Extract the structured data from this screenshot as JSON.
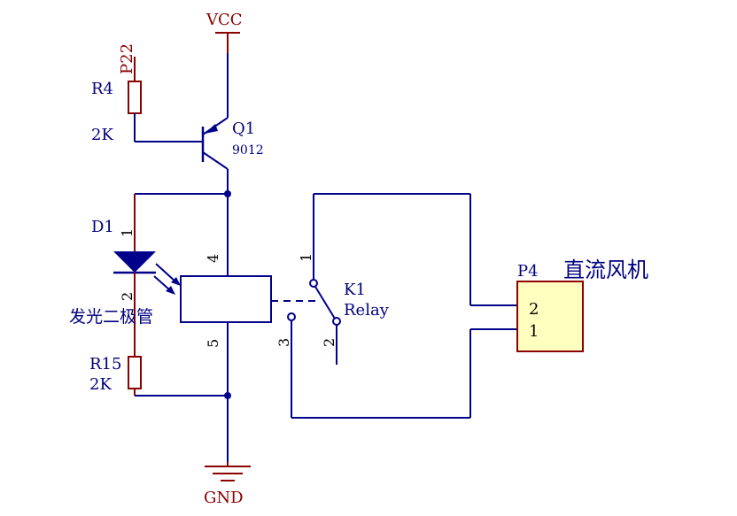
{
  "colors": {
    "wire": "#00008B",
    "power": "#8B0000",
    "label": "#000080",
    "pin": "#000000",
    "connector_fill": "#FFFFC0",
    "connector_stroke": "#8B0000",
    "cn_text": "#000080"
  },
  "labels": {
    "vcc": "VCC",
    "gnd": "GND",
    "p22": "P22",
    "r4": "R4",
    "r4_value": "2K",
    "q1": "Q1",
    "q1_part": "9012",
    "d1": "D1",
    "d1_pin1": "1",
    "d1_pin2": "2",
    "led_desc": "发光二极管",
    "r15": "R15",
    "r15_value": "2K",
    "relay_pin4": "4",
    "relay_pin5": "5",
    "k1": "K1",
    "relay_text": "Relay",
    "k1_pin1": "1",
    "k1_pin2": "2",
    "k1_pin3": "3",
    "p4": "P4",
    "p4_pin2": "2",
    "p4_pin1": "1",
    "motor_desc": "直流风机"
  }
}
